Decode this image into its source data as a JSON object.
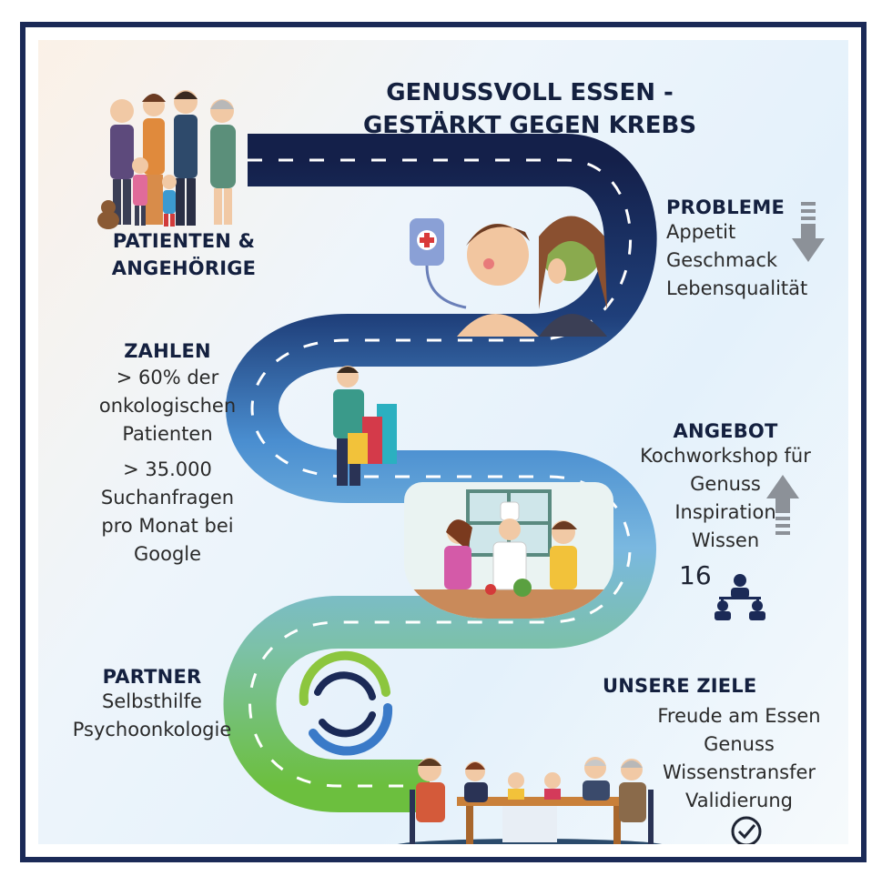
{
  "title": {
    "line1": "GENUSSVOLL ESSEN -",
    "line2": "GESTÄRKT GEGEN KREBS"
  },
  "patients": {
    "line1": "PATIENTEN &",
    "line2": "ANGEHÖRIGE"
  },
  "probleme": {
    "heading": "PROBLEME",
    "items": [
      "Appetit",
      "Geschmack",
      "Lebensqualität"
    ]
  },
  "zahlen": {
    "heading": "ZAHLEN",
    "lines1": [
      "> 60% der",
      "onkologischen",
      "Patienten"
    ],
    "lines2": [
      "> 35.000",
      "Suchanfragen",
      "pro Monat bei",
      "Google"
    ]
  },
  "angebot": {
    "heading": "ANGEBOT",
    "items": [
      "Kochworkshop für",
      "Genuss",
      "Inspiration",
      "Wissen"
    ],
    "count": "16"
  },
  "partner": {
    "heading": "PARTNER",
    "items": [
      "Selbsthilfe",
      "Psychoonkologie"
    ]
  },
  "ziele": {
    "heading": "UNSERE ZIELE",
    "items": [
      "Freude am Essen",
      "Genuss",
      "Wissenstransfer",
      "Validierung"
    ]
  },
  "icons": {
    "down_arrow": "arrow-down-icon",
    "up_arrow": "arrow-up-icon",
    "people": "people-group-icon",
    "check": "check-circle-icon",
    "partner_logo": "partner-logo"
  },
  "colors": {
    "frame": "#1b2a57",
    "road_top": "#14204a",
    "road_mid": "#4a8ed0",
    "road_bottom": "#6cbf3e",
    "heading": "#14203f"
  }
}
